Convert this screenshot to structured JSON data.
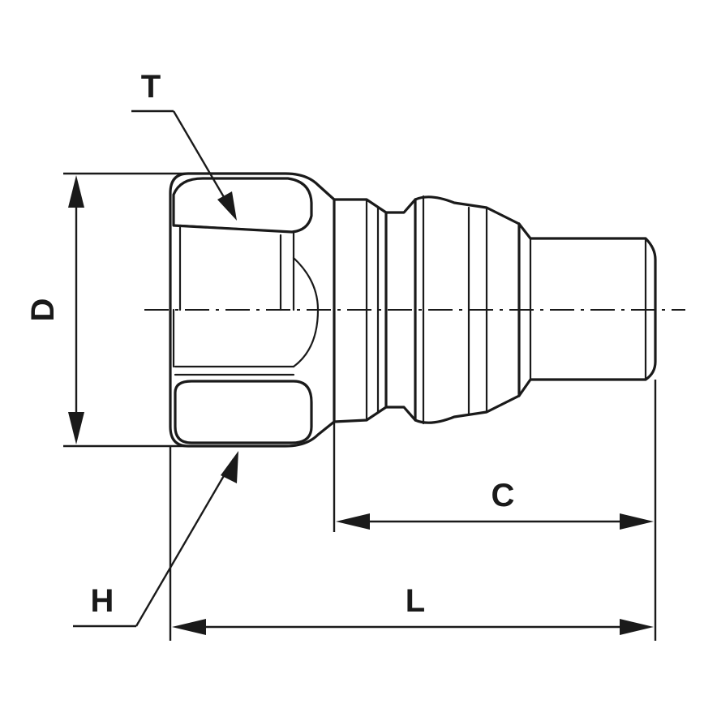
{
  "labels": {
    "T": "T",
    "D": "D",
    "H": "H",
    "C": "C",
    "L": "L"
  },
  "colors": {
    "line": "#1a1a1a",
    "background": "#ffffff"
  }
}
